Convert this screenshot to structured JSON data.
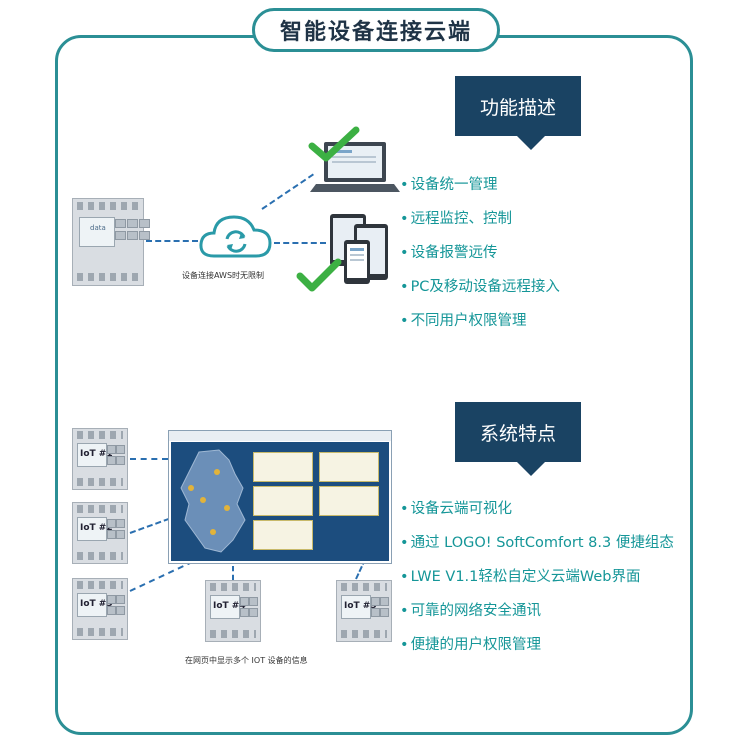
{
  "title": "智能设备连接云端",
  "section1": {
    "banner": "功能描述",
    "caption": "设备连接AWS时无限制",
    "plc_screen_text": "data",
    "features": [
      "设备统一管理",
      "远程监控、控制",
      "设备报警远传",
      "PC及移动设备远程接入",
      "不同用户权限管理"
    ]
  },
  "section2": {
    "banner": "系统特点",
    "caption": "在网页中显示多个 IOT 设备的信息",
    "devices": [
      "IoT #1",
      "IoT #2",
      "IoT #3",
      "IoT #4",
      "IoT #5"
    ],
    "features": [
      "设备云端可视化",
      "通过 LOGO! SoftComfort 8.3 便捷组态",
      "LWE V1.1轻松自定义云端Web界面",
      "可靠的网络安全通讯",
      "便捷的用户权限管理"
    ]
  },
  "colors": {
    "teal": "#2b8f95",
    "navy": "#1a4363",
    "text_teal": "#159698",
    "check": "#3cb043"
  }
}
